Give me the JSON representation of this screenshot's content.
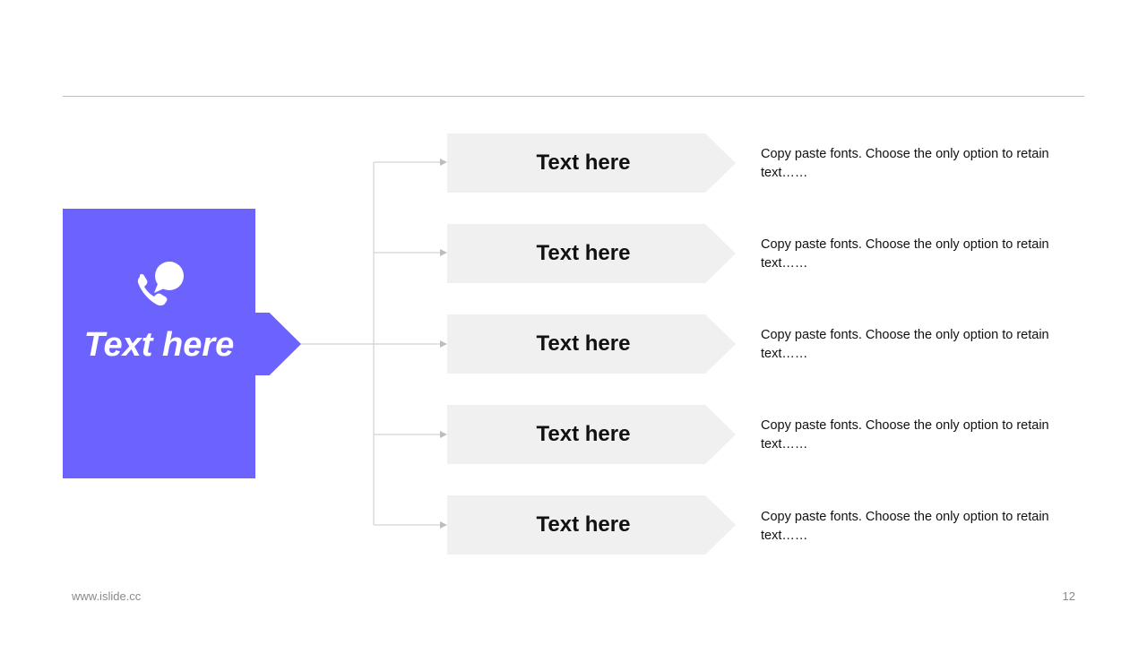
{
  "slide": {
    "accent_color": "#6c63ff",
    "box_color": "#f0f0f0",
    "line_color": "#c8c8c8"
  },
  "main": {
    "title": "Text here",
    "icon": "phone-chat-icon"
  },
  "branches": [
    {
      "label": "Text here",
      "description": "Copy paste fonts. Choose the only option to retain text……"
    },
    {
      "label": "Text here",
      "description": "Copy paste fonts. Choose the only option to retain text……"
    },
    {
      "label": "Text here",
      "description": "Copy paste fonts. Choose the only option to retain text……"
    },
    {
      "label": "Text here",
      "description": "Copy paste fonts. Choose the only option to retain text……"
    },
    {
      "label": "Text here",
      "description": "Copy paste fonts. Choose the only option to retain text……"
    }
  ],
  "footer": {
    "url": "www.islide.cc",
    "page_number": "12"
  }
}
